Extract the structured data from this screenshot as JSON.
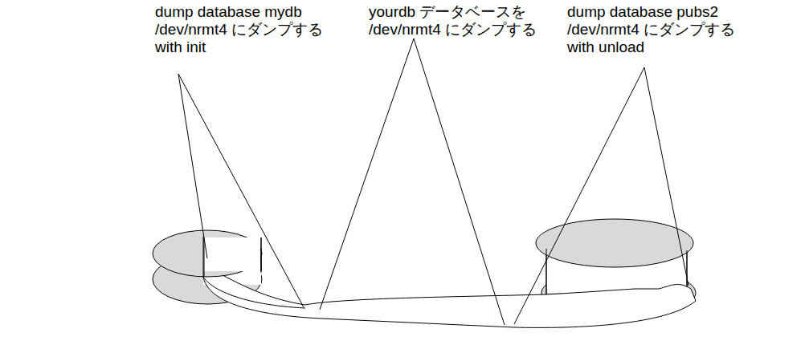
{
  "diagram": {
    "labels": [
      "dump database mydb /dev/nrmt4 にダンプする with init",
      "yourdb データベースを /dev/nrmt4 にダンプする",
      "dump database pubs2 /dev/nrmt4 にダンプする with unload"
    ]
  }
}
